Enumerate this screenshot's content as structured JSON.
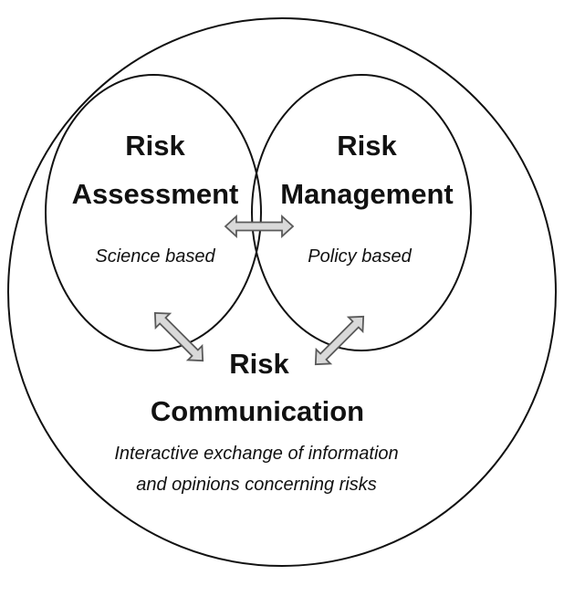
{
  "diagram": {
    "assessment": {
      "line1": "Risk",
      "line2": "Assessment",
      "basis": "Science based"
    },
    "management": {
      "line1": "Risk",
      "line2": "Management",
      "basis": "Policy based"
    },
    "communication": {
      "line1": "Risk",
      "line2": "Communication",
      "desc1": "Interactive exchange of information",
      "desc2": "and opinions concerning risks"
    },
    "colors": {
      "stroke": "#111111",
      "arrow_fill": "#d9d9d9",
      "arrow_stroke": "#5a5a5a"
    }
  }
}
